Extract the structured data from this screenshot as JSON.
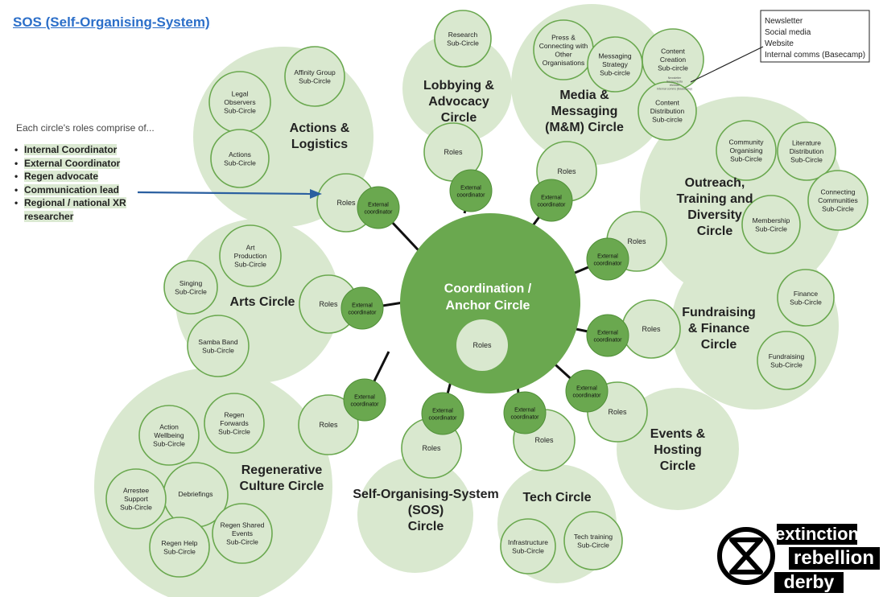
{
  "title": "SOS (Self-Organising-System)",
  "roles_note": {
    "intro": "Each circle's roles comprise of...",
    "items": [
      "Internal Coordinator",
      "External Coordinator",
      "Regen advocate",
      "Communication lead",
      "Regional / national XR researcher"
    ]
  },
  "center": {
    "title": "Coordination / Anchor Circle",
    "roles": "Roles"
  },
  "circles": {
    "actions": {
      "title": "Actions & Logistics",
      "roles": "Roles",
      "coordinator": "External coordinator",
      "subs": [
        "Legal Observers Sub-Circle",
        "Affinity Group Sub-Circle",
        "Actions Sub-Circle"
      ]
    },
    "lobbying": {
      "title": "Lobbying & Advocacy Circle",
      "roles": "Roles",
      "coordinator": "External coordinator",
      "subs": [
        "Research Sub-Circle"
      ]
    },
    "media": {
      "title": "Media & Messaging (M&M) Circle",
      "roles": "Roles",
      "coordinator": "External coordinator",
      "subs": [
        "Press & Connecting with Other Organisations",
        "Messaging Strategy Sub-circle",
        "Content Creation Sub-circle",
        "Content Distribution Sub-circle"
      ]
    },
    "outreach": {
      "title": "Outreach, Training and Diversity Circle",
      "roles": "Roles",
      "coordinator": "External coordinator",
      "subs": [
        "Community Organising Sub-Circle",
        "Literature Distribution Sub-Circle",
        "Connecting Communities Sub-Circle",
        "Membership Sub-Circle"
      ]
    },
    "fundraising": {
      "title": "Fundraising & Finance Circle",
      "roles": "Roles",
      "coordinator": "External coordinator",
      "subs": [
        "Finance Sub-Circle",
        "Fundraising Sub-Circle"
      ]
    },
    "events": {
      "title": "Events & Hosting Circle",
      "roles": "Roles",
      "coordinator": "External coordinator",
      "subs": []
    },
    "tech": {
      "title": "Tech Circle",
      "roles": "Roles",
      "coordinator": "External coordinator",
      "subs": [
        "Infrastructure Sub-Circle",
        "Tech training Sub-Circle"
      ]
    },
    "sos": {
      "title": "Self-Organising-System (SOS) Circle",
      "roles": "Roles",
      "coordinator": "External coordinator",
      "subs": []
    },
    "regen": {
      "title": "Regenerative Culture Circle",
      "roles": "Roles",
      "coordinator": "External coordinator",
      "subs": [
        "Action Wellbeing Sub-Circle",
        "Regen Forwards Sub-Circle",
        "Debriefings",
        "Arrestee Support Sub-Circle",
        "Regen Help Sub-Circle",
        "Regen Shared Events Sub-Circle"
      ]
    },
    "arts": {
      "title": "Arts Circle",
      "roles": "Roles",
      "coordinator": "External coordinator",
      "subs": [
        "Art Production Sub-Circle",
        "Singing Sub-Circle",
        "Samba Band Sub-Circle"
      ]
    }
  },
  "callout": {
    "lines": [
      "Newsletter",
      "Social media",
      "Website",
      "Internal comms (Basecamp)"
    ]
  },
  "logo": {
    "name": "extinction-rebellion-symbol",
    "lines": [
      "extinction",
      "rebellion",
      "derby"
    ]
  },
  "colors": {
    "light": "#d9e8cf",
    "mid": "#6aa84f",
    "dark": "#4f8f37",
    "link": "#2c6fc9",
    "arrow": "#2a5fa0"
  }
}
